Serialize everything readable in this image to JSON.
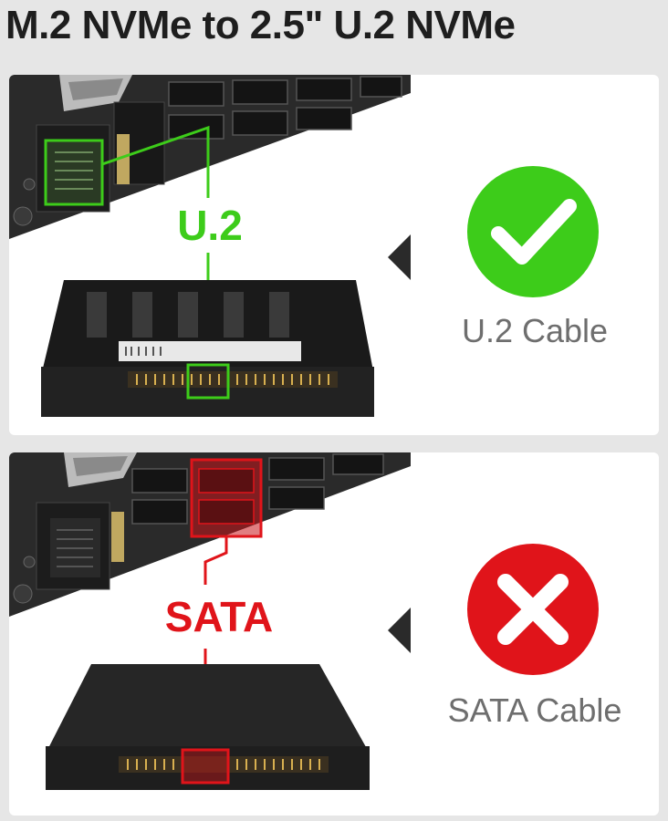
{
  "title": "M.2 NVMe to 2.5\" U.2 NVMe",
  "panels": [
    {
      "connector_label": "U.2",
      "cable_label": "U.2 Cable",
      "status": "correct",
      "badge_icon": "checkmark-icon",
      "accent_color": "#3dcc1a"
    },
    {
      "connector_label": "SATA",
      "cable_label": "SATA Cable",
      "status": "incorrect",
      "badge_icon": "x-mark-icon",
      "accent_color": "#e0141a"
    }
  ]
}
